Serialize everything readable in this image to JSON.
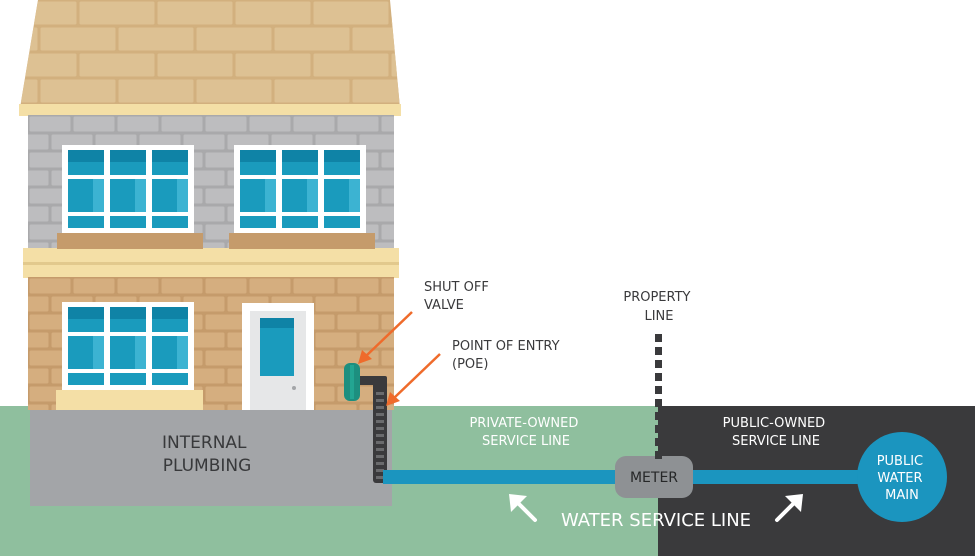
{
  "labels": {
    "shut_off_valve": [
      "SHUT OFF",
      "VALVE"
    ],
    "point_of_entry": [
      "POINT OF ENTRY",
      "(POE)"
    ],
    "property_line": [
      "PROPERTY",
      "LINE"
    ],
    "private_owned": [
      "PRIVATE-OWNED",
      "SERVICE LINE"
    ],
    "public_owned": [
      "PUBLIC-OWNED",
      "SERVICE LINE"
    ],
    "internal_plumbing": [
      "INTERNAL",
      "PLUMBING"
    ],
    "meter": "METER",
    "public_water_main": [
      "PUBLIC",
      "WATER",
      "MAIN"
    ],
    "water_service_line": "WATER SERVICE LINE"
  },
  "colors": {
    "ground_private": "#8fbf9e",
    "ground_public": "#3a3a3c",
    "foundation": "#a3a5a8",
    "pipe": "#1b95bf",
    "water_main": "#1b95bf",
    "meter": "#8e9194",
    "callout_arrow": "#ef6b2b",
    "brick_upper": "#a9a9ab",
    "brick_lower": "#c59b6b",
    "roof": "#d2b07e",
    "trim": "#f4dfa6",
    "window_glass": "#1a9bbd",
    "door": "#f2f3f4"
  },
  "icons": {
    "arrow_left": "arrow-up-left-icon",
    "arrow_right": "arrow-up-right-icon"
  }
}
